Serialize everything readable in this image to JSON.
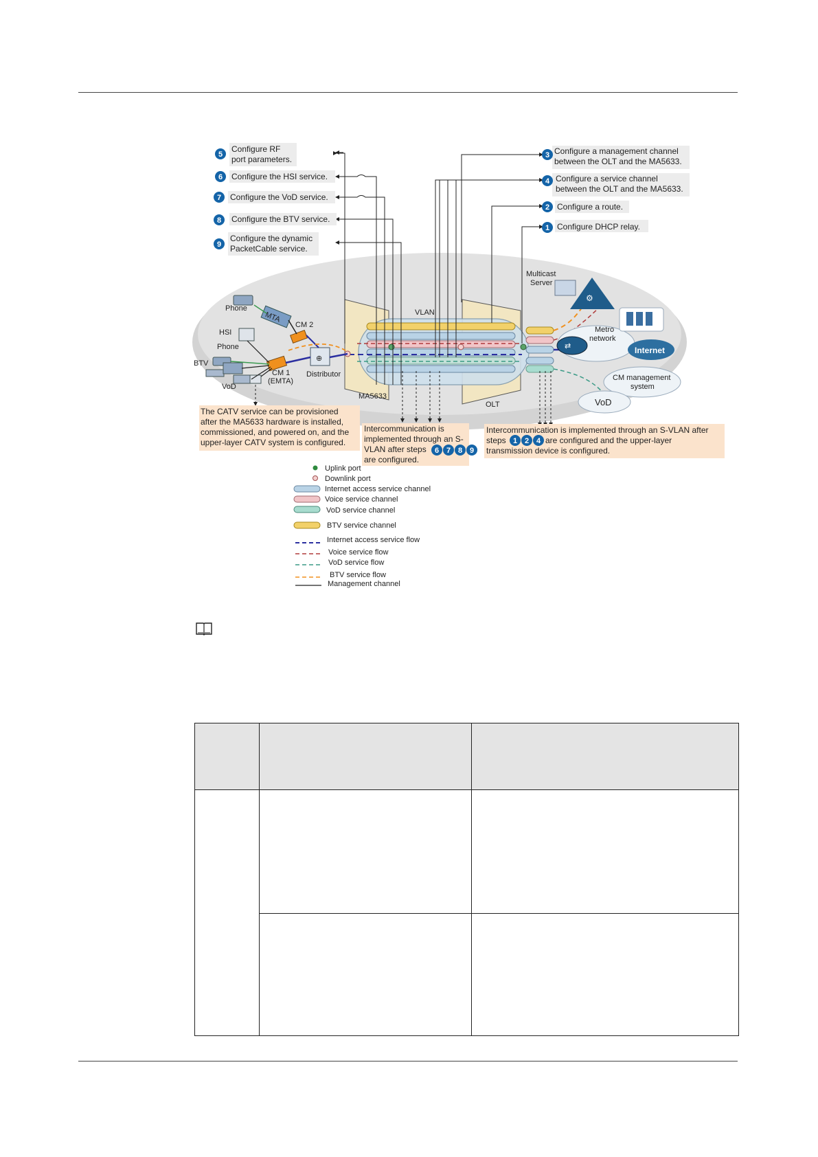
{
  "steps": [
    {
      "num": "5",
      "text": [
        "Configure RF",
        "port parameters."
      ]
    },
    {
      "num": "6",
      "text": [
        "Configure the HSI service."
      ]
    },
    {
      "num": "7",
      "text": [
        "Configure the VoD service."
      ]
    },
    {
      "num": "8",
      "text": [
        "Configure the BTV service."
      ]
    },
    {
      "num": "9",
      "text": [
        "Configure the dynamic",
        "PacketCable service."
      ]
    },
    {
      "num": "3",
      "text": [
        "Configure a management channel",
        "between the OLT and the MA5633."
      ]
    },
    {
      "num": "4",
      "text": [
        "Configure a service channel",
        "between the OLT and the MA5633."
      ]
    },
    {
      "num": "2",
      "text": [
        "Configure a route."
      ]
    },
    {
      "num": "1",
      "text": [
        "Configure DHCP relay."
      ]
    }
  ],
  "devices": {
    "phone_top": "Phone",
    "mta": "MTA",
    "cm2": "CM 2",
    "hsi": "HSI",
    "phone": "Phone",
    "btv": "BTV",
    "cm1": "CM 1",
    "emta": "(EMTA)",
    "vod_user": "VoD",
    "distributor": "Distributor",
    "ma5633": "MA5633",
    "vlan": "VLAN",
    "olt": "OLT",
    "multicast": "Multicast",
    "server": "Server",
    "metro": "Metro",
    "network": "network",
    "internet": "Internet",
    "cm_mgmt": "CM management",
    "system": "system",
    "vod": "VoD"
  },
  "callouts": {
    "catv": [
      "The CATV service can be provisioned",
      "after the MA5633 hardware is installed,",
      "commissioned, and powered on, and the",
      "upper-layer CATV system is configured."
    ],
    "inter1": [
      "Intercommunication is",
      "implemented through an S-",
      "VLAN after steps"
    ],
    "inter1_steps": [
      "6",
      "7",
      "8",
      "9"
    ],
    "inter1_tail": "are configured.",
    "inter2": [
      "Intercommunication is implemented through an S-VLAN after",
      "steps",
      "are configured and the upper-layer",
      "transmission device is configured."
    ],
    "inter2_steps": [
      "1",
      "2",
      "4"
    ]
  },
  "legend": [
    {
      "icon": "uplink-port-dot",
      "label": "Uplink port"
    },
    {
      "icon": "downlink-port-dot",
      "label": "Downlink port"
    },
    {
      "icon": "internet-channel-tube",
      "label": "Internet access service channel"
    },
    {
      "icon": "voice-channel-tube",
      "label": "Voice service channel"
    },
    {
      "icon": "vod-channel-tube",
      "label": "VoD service channel"
    },
    {
      "icon": "btv-channel-tube",
      "label": "BTV service channel"
    },
    {
      "icon": "internet-flow-line",
      "label": "Internet access service flow"
    },
    {
      "icon": "voice-flow-line",
      "label": "Voice service flow"
    },
    {
      "icon": "vod-flow-line",
      "label": "VoD service flow"
    },
    {
      "icon": "btv-flow-line",
      "label": "BTV service flow"
    },
    {
      "icon": "management-line",
      "label": "Management channel"
    }
  ],
  "colors": {
    "step_circle": "#1464a8",
    "callout_bg": "#fbe3cc",
    "label_bg": "#ececec",
    "internet": "#2b2fa0",
    "voice": "#b03a3a",
    "vod": "#3a9a86",
    "btv": "#f0901e",
    "btv_tube": "#f2d16a",
    "internet_tube": "#b9d3e6",
    "voice_tube": "#f1c5c8",
    "vod_tube": "#a8dccf",
    "table_header": "#e4e4e4"
  },
  "note_icon": "book-icon"
}
